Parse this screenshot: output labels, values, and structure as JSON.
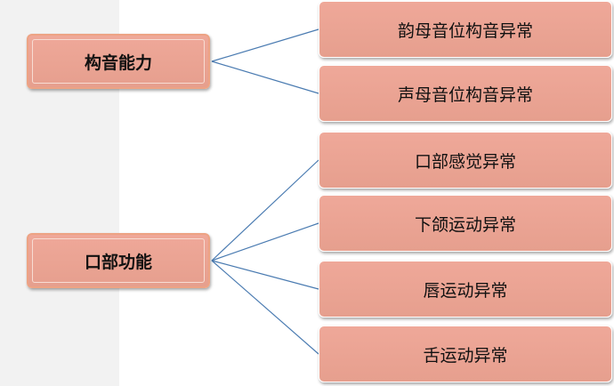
{
  "groups": [
    {
      "label": "构音能力",
      "children": [
        "韵母音位构音异常",
        "声母音位构音异常"
      ]
    },
    {
      "label": "口部功能",
      "children": [
        "口部感觉异常",
        "下颌运动异常",
        "唇运动异常",
        "舌运动异常"
      ]
    }
  ],
  "colors": {
    "node_fill": "#e8a391",
    "node_border": "#eda384",
    "connector": "#4a7bb1",
    "band": "#f2f2f2"
  }
}
